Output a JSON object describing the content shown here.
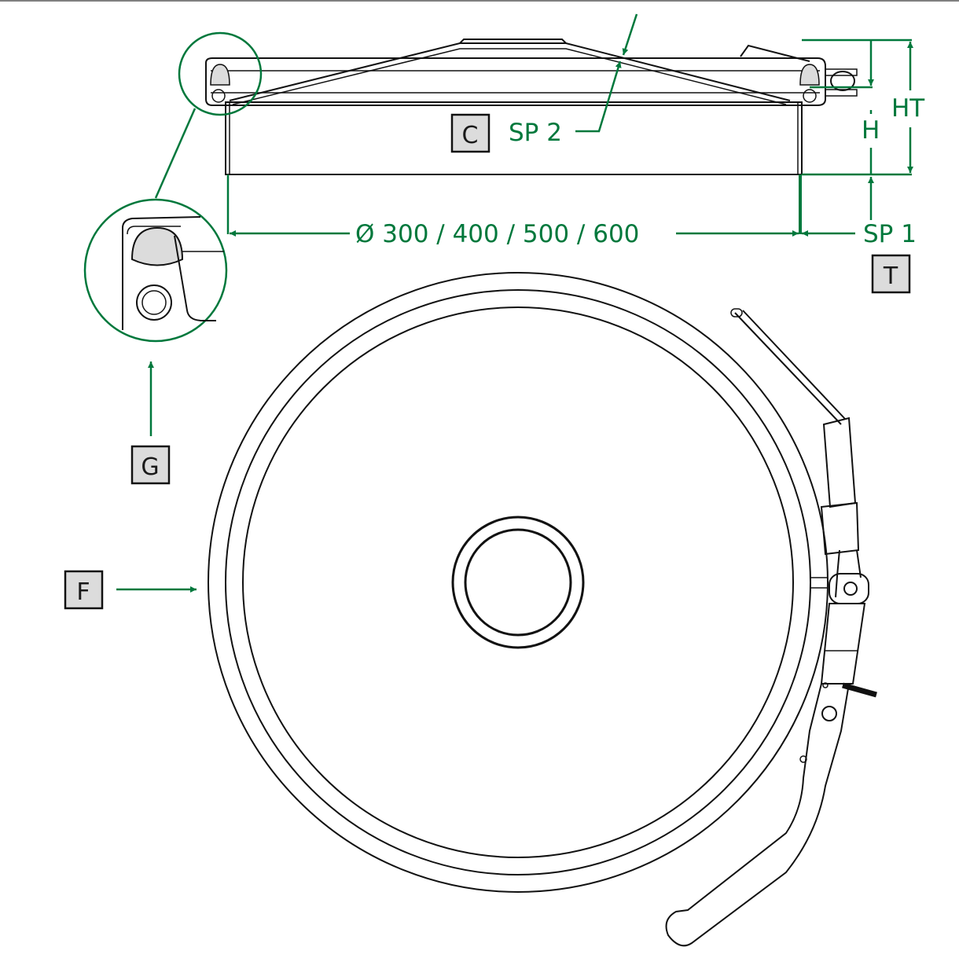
{
  "dimensions": {
    "diameter": "Ø 300 / 400 / 500 / 600",
    "sp2": "SP 2",
    "sp1": "SP 1",
    "h": "H",
    "ht": "HT"
  },
  "labels": {
    "c": "C",
    "t": "T",
    "g": "G",
    "f": "F"
  },
  "colors": {
    "dimension": "#00783c",
    "label_fill": "#dcdcdc"
  }
}
